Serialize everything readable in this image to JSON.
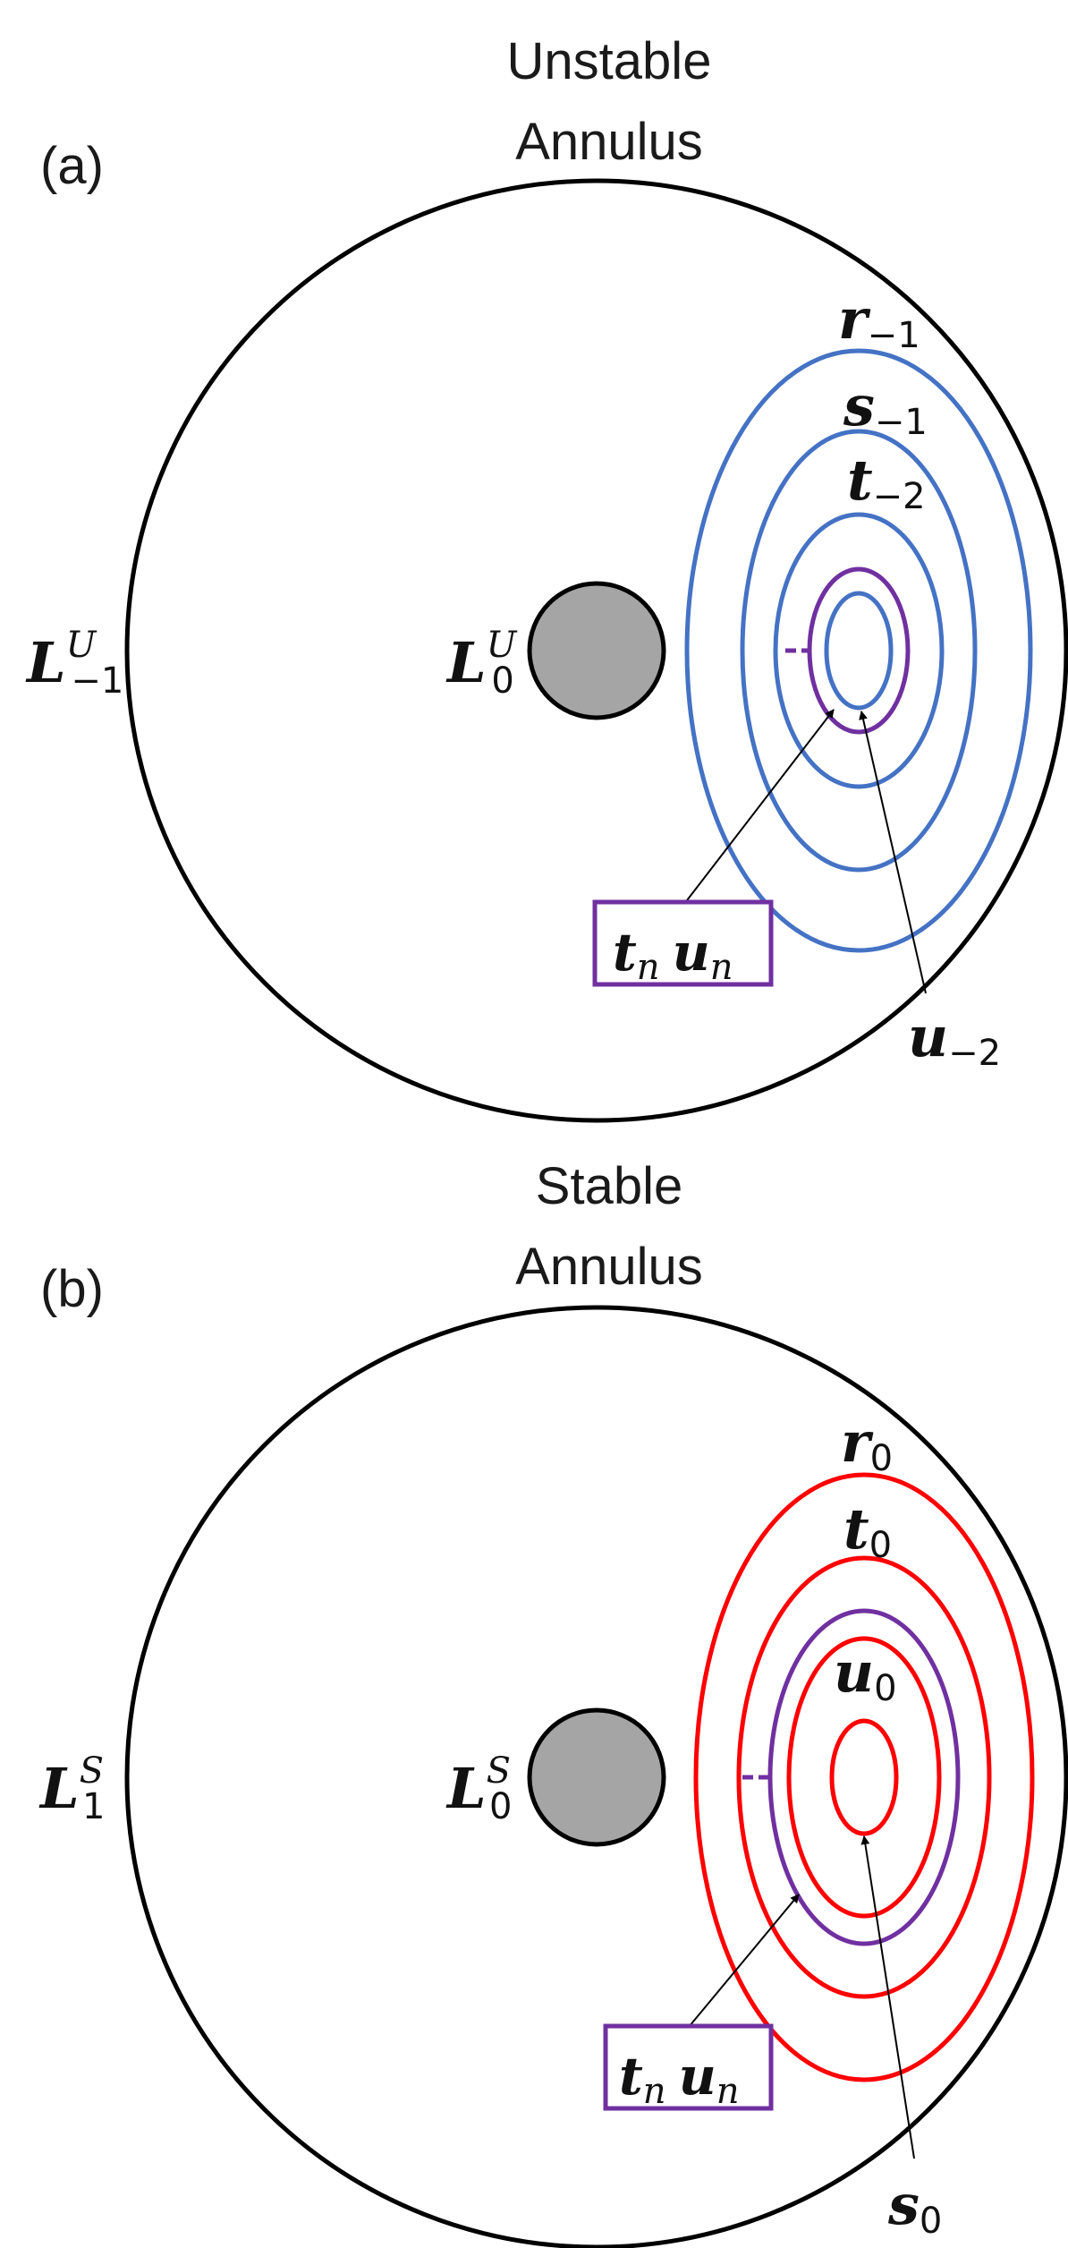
{
  "colors": {
    "outline": "#000000",
    "core_fill": "#a5a5a5",
    "unstable_curve": "#4472c4",
    "stable_curve": "#ff0000",
    "lobe_curve": "#7030a0",
    "label_box": "#7030a0"
  },
  "panel_a": {
    "label": "(a)",
    "title_line1": "Unstable",
    "title_line2": "Annulus",
    "outer_base": "L",
    "outer_sup": "U",
    "outer_sub": "−1",
    "core_base": "L",
    "core_sup": "U",
    "core_sub": "0",
    "curves": [
      {
        "base": "r",
        "sub": "−1"
      },
      {
        "base": "s",
        "sub": "−1"
      },
      {
        "base": "t",
        "sub": "−2"
      }
    ],
    "pointer_label": {
      "base": "u",
      "sub": "−2"
    },
    "box": {
      "t": "t",
      "t_sub": "n",
      "u": "u",
      "u_sub": "n"
    }
  },
  "panel_b": {
    "label": "(b)",
    "title_line1": "Stable",
    "title_line2": "Annulus",
    "outer_base": "L",
    "outer_sup": "S",
    "outer_sub": "1",
    "core_base": "L",
    "core_sup": "S",
    "core_sub": "0",
    "curves": [
      {
        "base": "r",
        "sub": "0"
      },
      {
        "base": "t",
        "sub": "0"
      },
      {
        "base": "u",
        "sub": "0"
      }
    ],
    "pointer_label": {
      "base": "s",
      "sub": "0"
    },
    "box": {
      "t": "t",
      "t_sub": "n",
      "u": "u",
      "u_sub": "n"
    }
  }
}
